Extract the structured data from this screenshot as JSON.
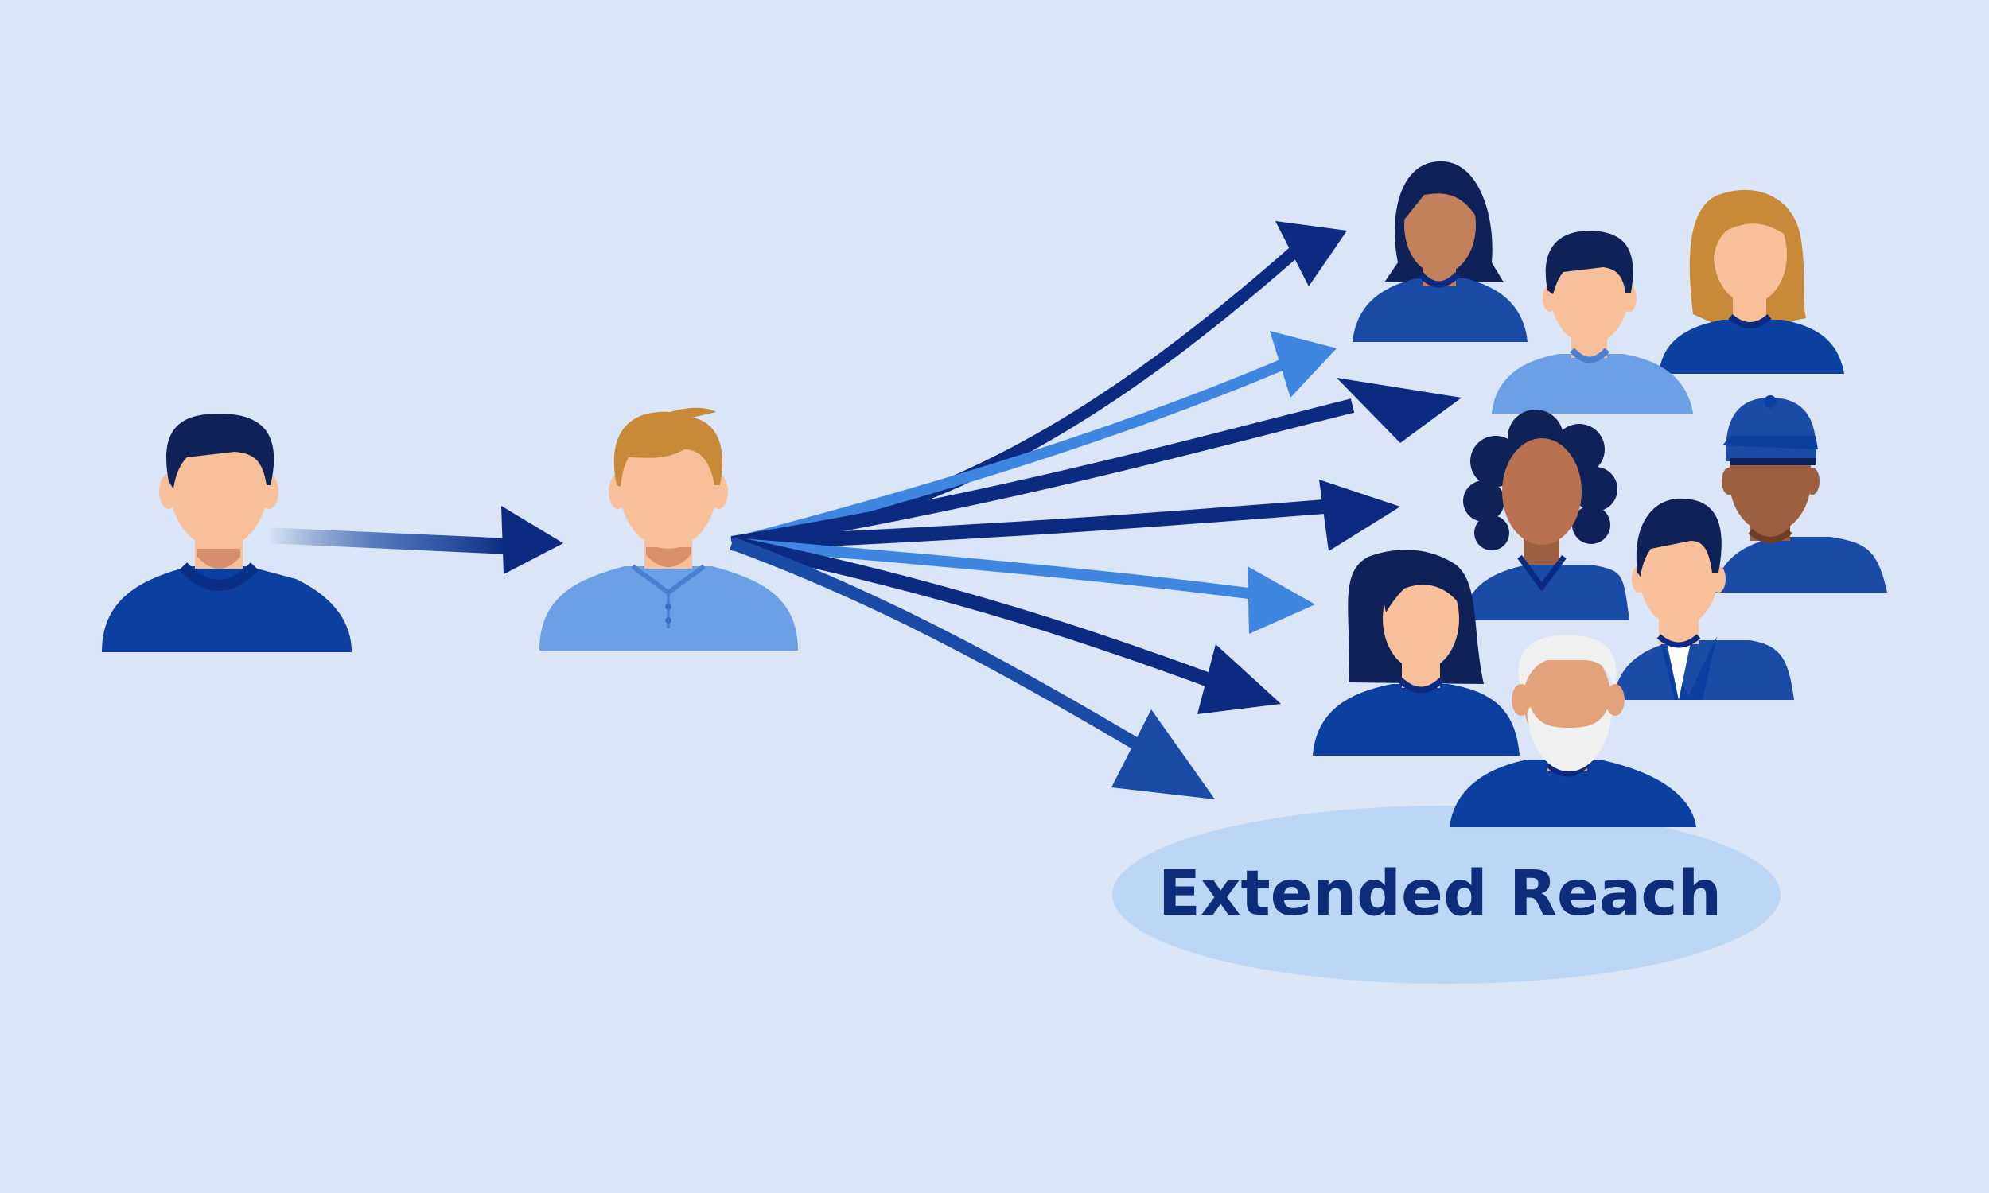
{
  "label": {
    "text": "Extended Reach",
    "color": "#0d2d7a",
    "bubble_color": "#bcd6f5"
  },
  "colors": {
    "background": "#dae6f7",
    "navy": "#0b2a80",
    "royal": "#1a4ba6",
    "bright": "#3e86e0",
    "light_shirt": "#6c9fe6",
    "hair_dark": "#0f2257",
    "hair_blonde": "#c88a38",
    "skin_light": "#f7c09a",
    "skin_tan": "#e3a27c",
    "skin_medium": "#c3805c",
    "skin_dark": "#9c6040",
    "beard_white": "#f0f0f0"
  },
  "people": [
    {
      "role": "origin",
      "hair": "short-dark",
      "skin": "light",
      "shirt": "navy"
    },
    {
      "role": "sharer",
      "hair": "short-blonde",
      "skin": "light",
      "shirt": "light-blue-polo"
    },
    {
      "role": "recipient",
      "hair": "long-dark",
      "skin": "medium",
      "shirt": "royal"
    },
    {
      "role": "recipient",
      "hair": "short-dark",
      "skin": "light",
      "shirt": "light-blue"
    },
    {
      "role": "recipient",
      "hair": "long-blonde",
      "skin": "light",
      "shirt": "navy"
    },
    {
      "role": "recipient",
      "hair": "curly-dark",
      "skin": "medium",
      "shirt": "royal"
    },
    {
      "role": "recipient",
      "hair": "cap",
      "skin": "dark",
      "shirt": "royal"
    },
    {
      "role": "recipient",
      "hair": "bob-dark",
      "skin": "light",
      "shirt": "navy"
    },
    {
      "role": "recipient",
      "hair": "short-dark",
      "skin": "light",
      "shirt": "royal-suit"
    },
    {
      "role": "recipient",
      "hair": "white-beard",
      "skin": "tan",
      "shirt": "royal"
    }
  ],
  "arrows": [
    {
      "from": "origin",
      "to": "sharer",
      "style": "gradient"
    },
    {
      "from": "sharer",
      "to": "recipient",
      "color": "navy"
    },
    {
      "from": "sharer",
      "to": "recipient",
      "color": "bright"
    },
    {
      "from": "sharer",
      "to": "recipient",
      "color": "navy"
    },
    {
      "from": "sharer",
      "to": "recipient",
      "color": "navy"
    },
    {
      "from": "sharer",
      "to": "recipient",
      "color": "bright"
    },
    {
      "from": "sharer",
      "to": "recipient",
      "color": "navy"
    },
    {
      "from": "sharer",
      "to": "recipient",
      "color": "royal"
    }
  ]
}
